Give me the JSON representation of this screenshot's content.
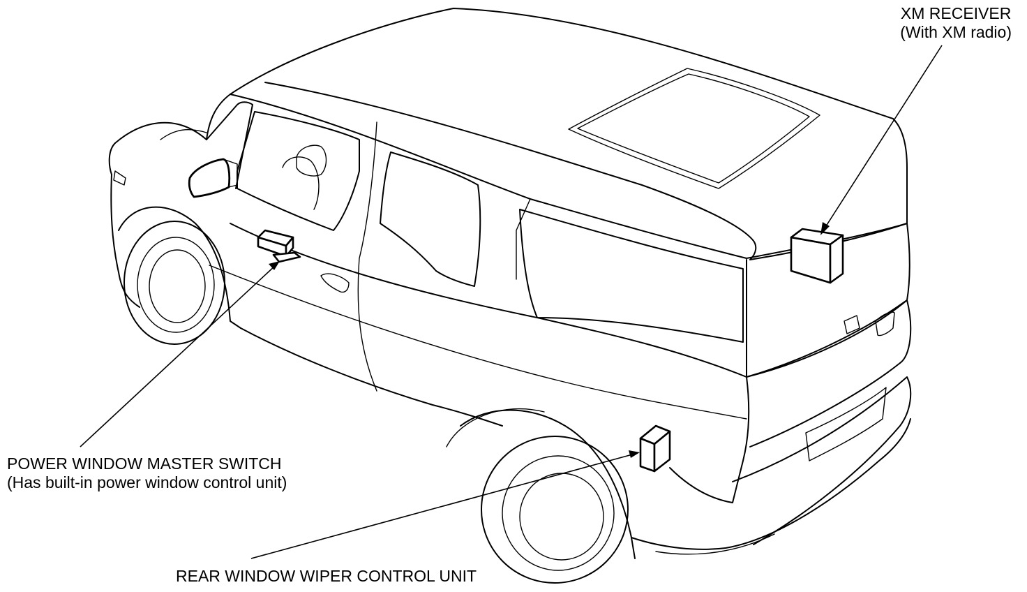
{
  "callouts": {
    "xm_receiver": {
      "title": "XM RECEIVER",
      "note": "(With XM radio)"
    },
    "power_window_master_switch": {
      "title": "POWER WINDOW MASTER SWITCH",
      "note": "(Has built-in power window control unit)"
    },
    "rear_window_wiper_control_unit": {
      "title": "REAR WINDOW WIPER CONTROL UNIT"
    }
  },
  "colors": {
    "line": "#000000",
    "background": "#ffffff"
  }
}
